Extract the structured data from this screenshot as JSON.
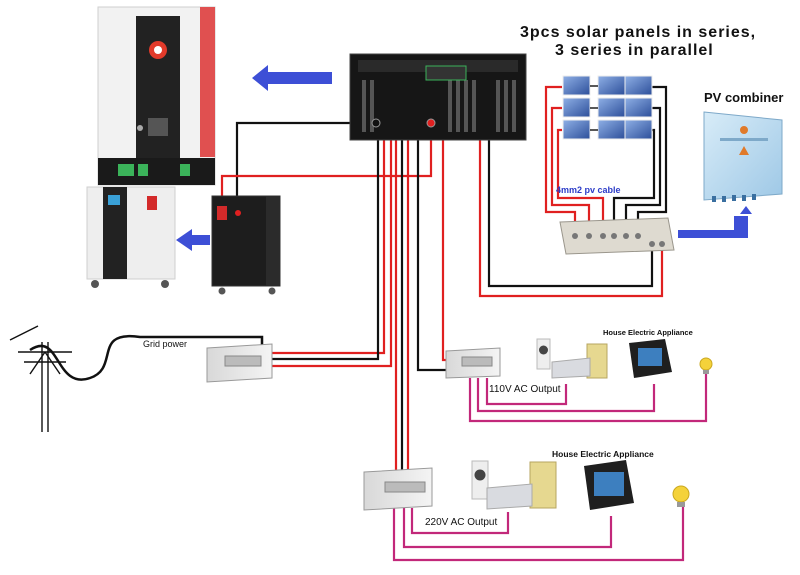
{
  "title": {
    "line1": "3pcs solar panels in series,",
    "line2": "3 series in parallel"
  },
  "labels": {
    "pv_combiner": "PV combiner",
    "pv_cable": "4mm2 pv cable",
    "grid_power": "Grid power",
    "output_110": "110V AC Output",
    "output_220": "220V AC Output",
    "appliance_1": "House Electric Appliance",
    "appliance_2": "House Electric Appliance"
  },
  "colors": {
    "arrow": "#3d4fd6",
    "dc_positive": "#e02020",
    "neutral": "#111111",
    "ac_load": "#c2287a",
    "panel_blue": "#3a5aa8"
  },
  "icons": [
    "inverter-icon",
    "lithium-battery-icon",
    "solar-panel-icon",
    "pv-combiner-box-icon",
    "junction-box-icon",
    "utility-pole-icon",
    "distribution-box-icon",
    "speaker-icon",
    "crt-monitor-icon",
    "light-bulb-icon"
  ]
}
